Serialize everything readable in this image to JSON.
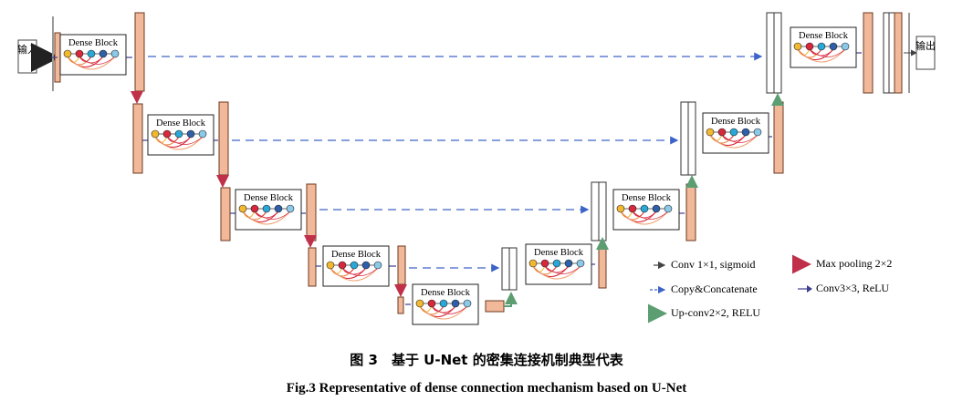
{
  "input_label": "输入",
  "output_label": "输出",
  "dense_block_label": "Dense Block",
  "legend": {
    "conv1x1": "Conv 1×1, sigmoid",
    "copy_concat": "Copy&Concatenate",
    "upconv": "Up-conv2×2, RELU",
    "maxpool": "Max pooling 2×2",
    "conv3x3": "Conv3×3, ReLU"
  },
  "caption": {
    "zh": "图 3　基于 U-Net 的密集连接机制典型代表",
    "en": "Fig.3   Representative of dense connection mechanism based on U-Net"
  },
  "colors": {
    "feature_map": "#F2B89A",
    "feature_edge": "#6B3A20",
    "skip_arrow": "#3E63C8",
    "conv_arrow": "#3D3D8F",
    "pool_arrow": "#C0304A",
    "upconv_arrow": "#5C9E72",
    "node_colors": [
      "#F2B830",
      "#D8283C",
      "#29A8D8",
      "#2E5FA8",
      "#8CC8E8"
    ],
    "curve_colors": [
      "#F2B830",
      "#E87A2A",
      "#D8283C",
      "#F0A070"
    ]
  }
}
